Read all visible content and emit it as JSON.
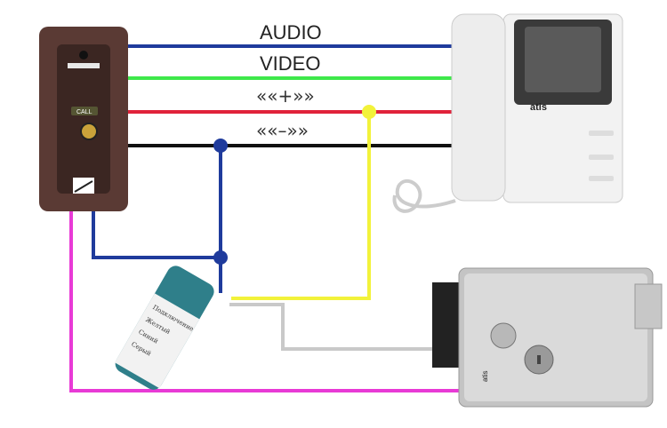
{
  "wires": {
    "audio_label": "AUDIO",
    "video_label": "VIDEO",
    "plus_label": "««+»»",
    "minus_label": "««–»»"
  },
  "colors": {
    "audio": "#1f3b9c",
    "video": "#3ee84a",
    "plus": "#e0223a",
    "minus": "#111111",
    "yellow": "#f2f23a",
    "magenta": "#e83ad6",
    "gray": "#c9c9c9"
  },
  "call_panel": {
    "button_label": "CALL"
  },
  "monitor": {
    "brand": "atis"
  },
  "lock": {
    "brand": "atis"
  },
  "bottle": {
    "text_lines": [
      "Подключение",
      "Желтый",
      "Синий",
      "Серый"
    ]
  }
}
